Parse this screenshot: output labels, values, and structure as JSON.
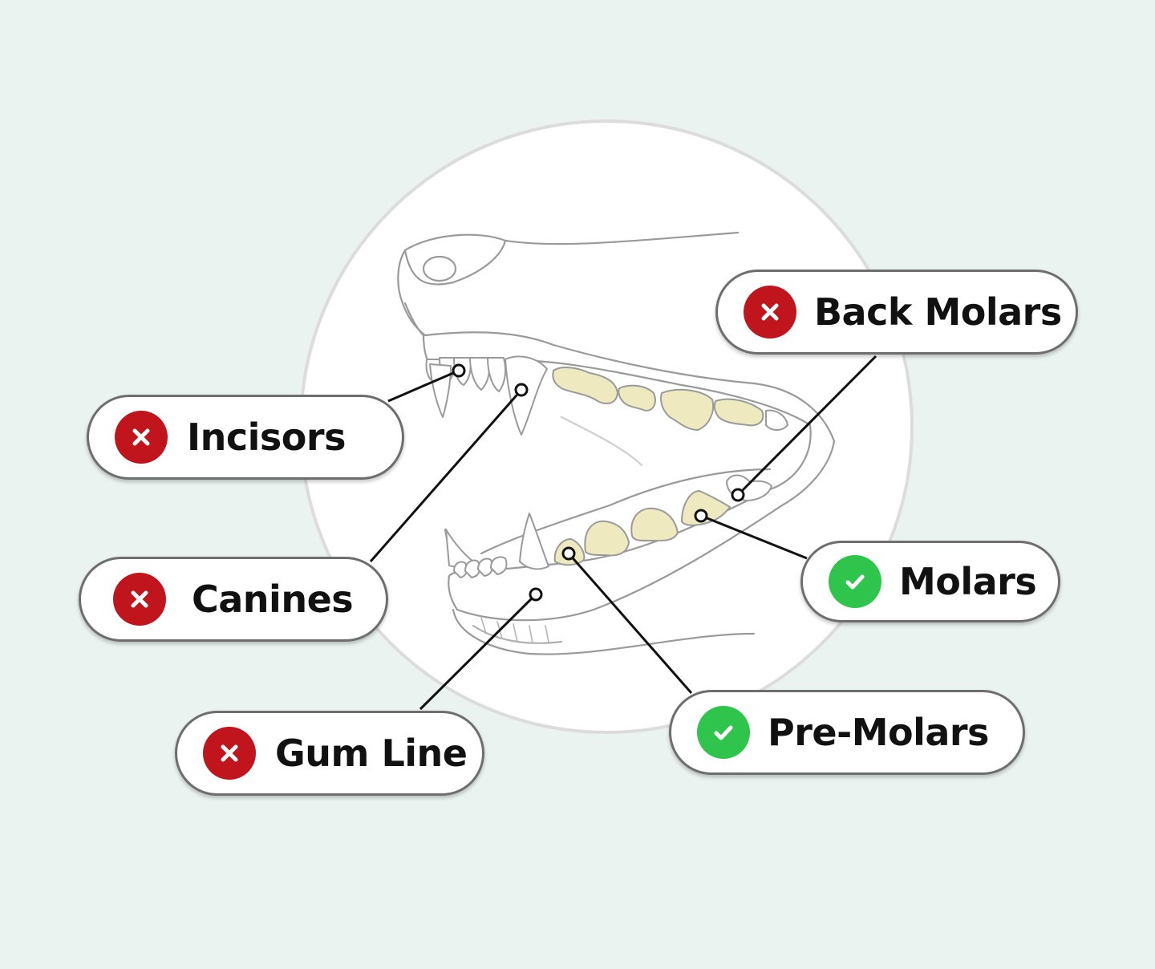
{
  "colors": {
    "background": "#eaf3f0",
    "bad": "#c0151c",
    "good": "#2fc54c",
    "tooth_highlight": "#efe9bf",
    "leader_line": "#111111"
  },
  "labels": [
    {
      "id": "incisors",
      "text": "Incisors",
      "status": "bad",
      "icon": "x-icon"
    },
    {
      "id": "canines",
      "text": "Canines",
      "status": "bad",
      "icon": "x-icon"
    },
    {
      "id": "gum-line",
      "text": "Gum Line",
      "status": "bad",
      "icon": "x-icon"
    },
    {
      "id": "back-molars",
      "text": "Back Molars",
      "status": "bad",
      "icon": "x-icon"
    },
    {
      "id": "molars",
      "text": "Molars",
      "status": "good",
      "icon": "check-icon"
    },
    {
      "id": "pre-molars",
      "text": "Pre-Molars",
      "status": "good",
      "icon": "check-icon"
    }
  ]
}
